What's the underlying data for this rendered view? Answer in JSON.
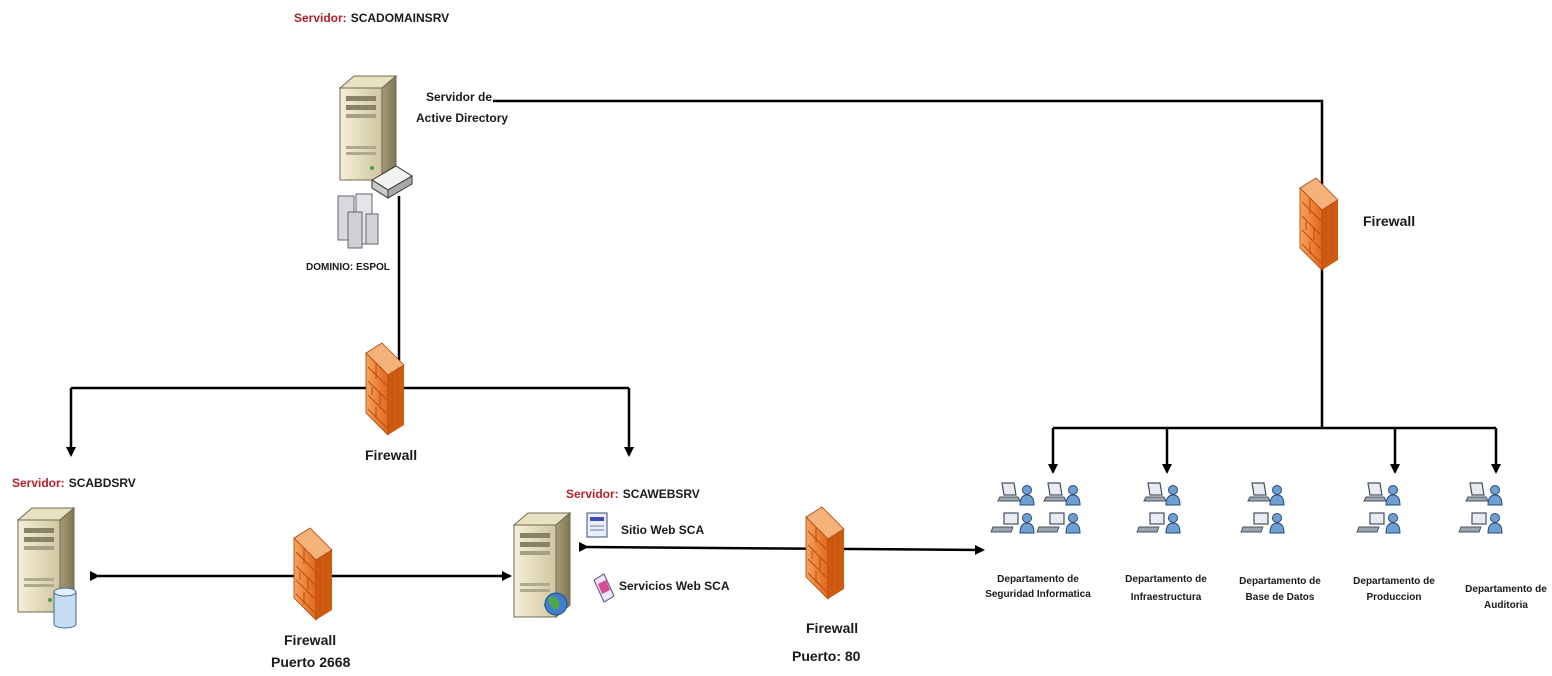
{
  "servers": {
    "domain": {
      "prefix": "Servidor:",
      "name": "SCADOMAINSRV",
      "role_line1": "Servidor de",
      "role_line2": "Active Directory",
      "domain_label": "DOMINIO: ESPOL"
    },
    "db": {
      "prefix": "Servidor:",
      "name": "SCABDSRV"
    },
    "web": {
      "prefix": "Servidor:",
      "name": "SCAWEBSRV",
      "service1": "Sitio Web SCA",
      "service2": "Servicios Web SCA"
    }
  },
  "firewalls": {
    "top_right": {
      "label": "Firewall"
    },
    "middle": {
      "label": "Firewall"
    },
    "db_web": {
      "label": "Firewall",
      "port": "Puerto 2668"
    },
    "web_depts": {
      "label": "Firewall",
      "port": "Puerto: 80"
    }
  },
  "departments": [
    {
      "line1": "Departamento de",
      "line2": "Seguridad Informatica"
    },
    {
      "line1": "Departamento de",
      "line2": "Infraestructura"
    },
    {
      "line1": "Departamento de",
      "line2": "Base de Datos"
    },
    {
      "line1": "Departamento de",
      "line2": "Produccion"
    },
    {
      "line1": "Departamento de",
      "line2": "Auditoria"
    }
  ],
  "colors": {
    "firewall": "#f07f2a",
    "line": "#000000",
    "server_label": "#b3202a"
  },
  "icons": [
    "server-icon",
    "firewall-icon",
    "user-workstation-icon",
    "database-icon",
    "globe-icon",
    "document-icon",
    "server-cluster-icon"
  ]
}
